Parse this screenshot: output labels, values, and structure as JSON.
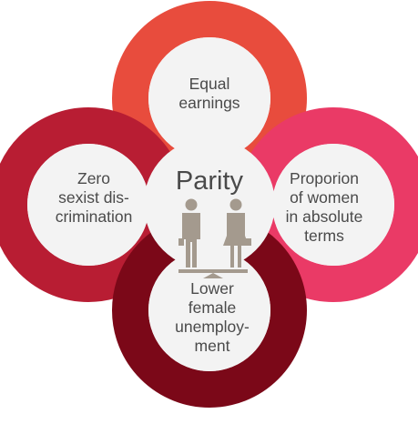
{
  "diagram": {
    "center_title": "Parity",
    "nodes": {
      "top": {
        "label": "Equal\nearnings",
        "color": "#e84c3d"
      },
      "left": {
        "label": "Zero\nsexist dis-\ncrimination",
        "color": "#b81d33"
      },
      "right": {
        "label": "Proporion\nof women\nin absolute\nterms",
        "color": "#ea3a66"
      },
      "bottom": {
        "label": "Lower\nfemale\nunemploy-\nment",
        "color": "#7b0818"
      }
    },
    "inner_fill": "#f3f3f3",
    "icon_color": "#a49a8e"
  }
}
